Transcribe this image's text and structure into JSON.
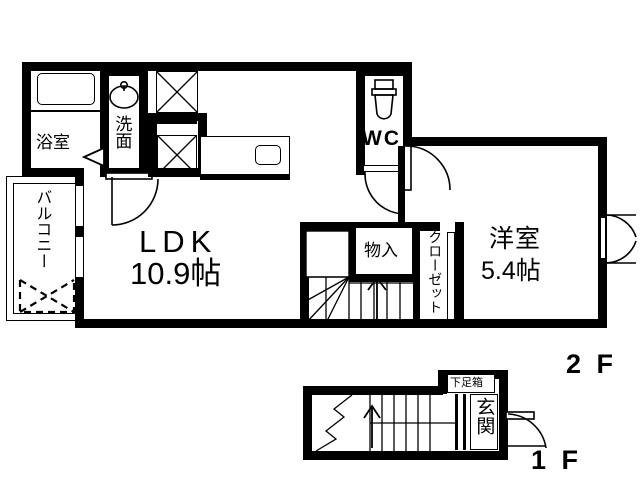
{
  "plan": {
    "type": "japanese-apartment-floorplan",
    "floors": [
      {
        "id": "2f",
        "label": "2 F"
      },
      {
        "id": "1f",
        "label": "1 F"
      }
    ],
    "rooms_2f": [
      {
        "id": "ldk",
        "name": "LDK",
        "size": "10.9帖"
      },
      {
        "id": "yoshitsu",
        "name": "洋室",
        "size": "5.4帖"
      },
      {
        "id": "yokushitsu",
        "name": "浴室",
        "size": ""
      },
      {
        "id": "senmen",
        "name": "洗面",
        "size": ""
      },
      {
        "id": "wc",
        "name": "WC",
        "size": ""
      },
      {
        "id": "monoire",
        "name": "物入",
        "size": ""
      },
      {
        "id": "closet",
        "name": "クローゼット",
        "size": ""
      },
      {
        "id": "balcony",
        "name": "バルコニー",
        "size": ""
      }
    ],
    "rooms_1f": [
      {
        "id": "getabako",
        "name": "下足箱",
        "size": ""
      },
      {
        "id": "genkan",
        "name": "玄関",
        "size": ""
      }
    ],
    "fixtures": [
      {
        "id": "bathtub",
        "icon": "bathtub-icon"
      },
      {
        "id": "washbasin",
        "icon": "washbasin-icon"
      },
      {
        "id": "toilet",
        "icon": "toilet-icon"
      },
      {
        "id": "kitchen-sink",
        "icon": "sink-icon"
      },
      {
        "id": "washer-space",
        "icon": "appliance-x-icon"
      },
      {
        "id": "fridge-space",
        "icon": "appliance-x-icon"
      },
      {
        "id": "stairs-2f",
        "icon": "stairs-icon"
      },
      {
        "id": "stairs-1f",
        "icon": "stairs-icon"
      },
      {
        "id": "balcony-hatch",
        "icon": "escape-hatch-icon"
      }
    ],
    "colors": {
      "wall": "#000000",
      "background": "#ffffff",
      "line": "#000000"
    }
  },
  "labels": {
    "ldk_name": "LDK",
    "ldk_size": "10.9帖",
    "yoshitsu_name": "洋室",
    "yoshitsu_size": "5.4帖",
    "yokushitsu": "浴室",
    "senmen": "洗面",
    "wc": "WC",
    "monoire": "物入",
    "closet": "クローゼット",
    "balcony": "バルコニー",
    "getabako": "下足箱",
    "genkan": "玄関",
    "floor_2f": "2 F",
    "floor_1f": "1 F"
  }
}
